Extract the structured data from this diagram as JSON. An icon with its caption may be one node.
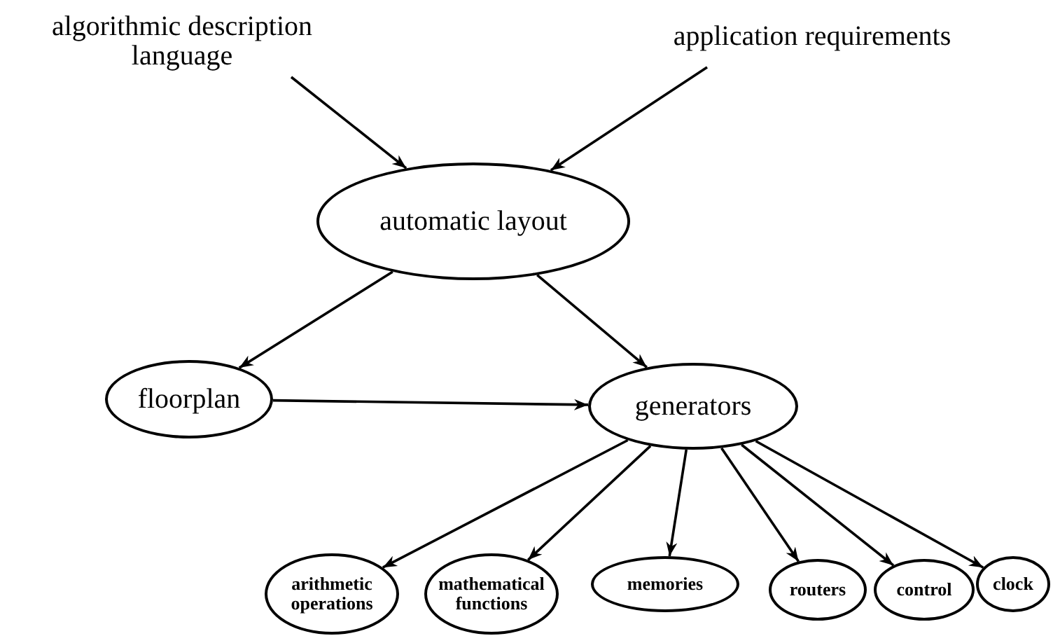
{
  "diagram": {
    "nodes": [
      {
        "text": [
          "algorithmic description language"
        ]
      },
      {
        "text": [
          "application requirements"
        ]
      },
      {
        "text": [
          "automatic layout"
        ]
      },
      {
        "text": [
          "floorplan"
        ]
      },
      {
        "text": [
          "generators"
        ]
      },
      {
        "text": [
          "arithmetic operations"
        ]
      },
      {
        "text": [
          "mathematical functions"
        ]
      },
      {
        "text": [
          "memories"
        ]
      },
      {
        "text": [
          "routers"
        ]
      },
      {
        "text": [
          "control"
        ]
      },
      {
        "text": [
          "clock"
        ]
      }
    ],
    "edges": [
      {
        "from": 0,
        "to": 2,
        "arrow": "to"
      },
      {
        "from": 1,
        "to": 2,
        "arrow": "to"
      },
      {
        "from": 2,
        "to": 3,
        "arrow": "to"
      },
      {
        "from": 2,
        "to": 4,
        "arrow": "to"
      },
      {
        "from": 3,
        "to": 4,
        "arrow": "to"
      },
      {
        "from": 4,
        "to": 5,
        "arrow": "to"
      },
      {
        "from": 4,
        "to": 6,
        "arrow": "to"
      },
      {
        "from": 4,
        "to": 7,
        "arrow": "to"
      },
      {
        "from": 4,
        "to": 8,
        "arrow": "to"
      },
      {
        "from": 4,
        "to": 9,
        "arrow": "to"
      },
      {
        "from": 4,
        "to": 10,
        "arrow": "to"
      }
    ]
  }
}
